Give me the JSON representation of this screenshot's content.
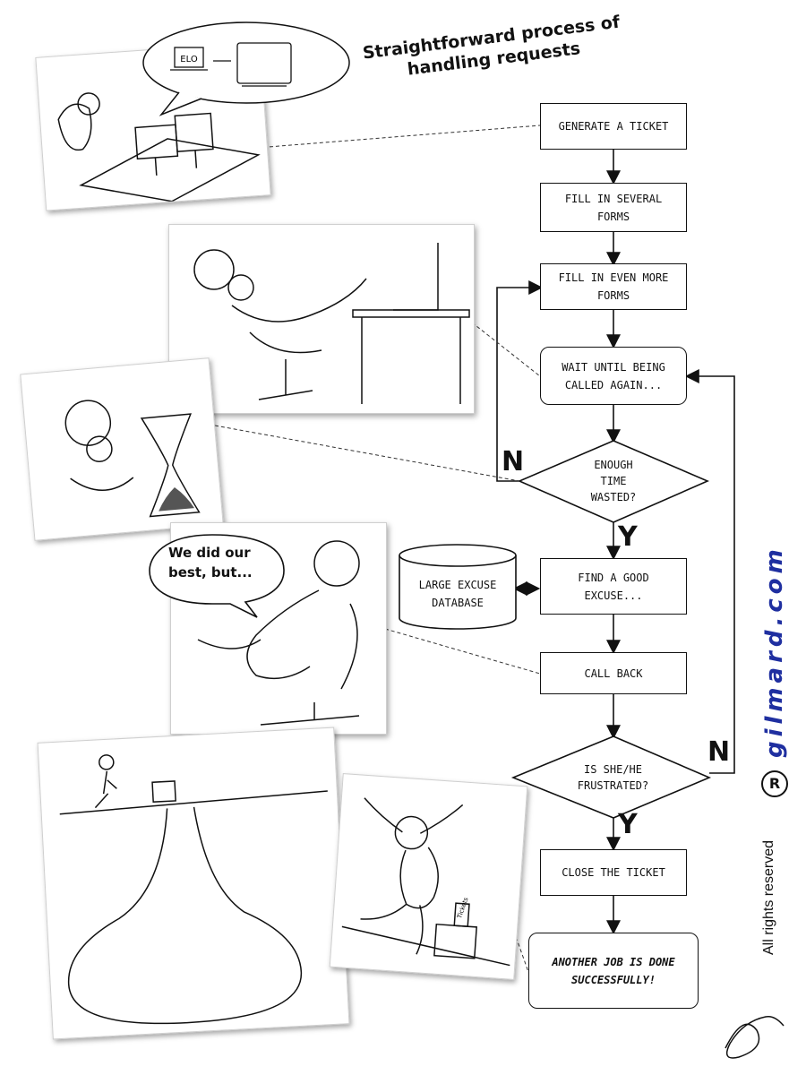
{
  "title": {
    "line1": "Straightforward process of",
    "line2": "handling requests"
  },
  "flow": {
    "generate": "Generate a ticket",
    "fill_several": "Fill in several forms",
    "fill_more": "Fill in even more forms",
    "wait": "Wait until being called again...",
    "enough_line1": "Enough",
    "enough_line2": "time",
    "enough_line3": "wasted?",
    "find_excuse": "Find a good excuse...",
    "database": "Large excuse database",
    "call_back": "Call back",
    "frustrated_line1": "Is she/he",
    "frustrated_line2": "frustrated?",
    "close": "Close the ticket",
    "final": "Another job is done successfully!"
  },
  "labels": {
    "n1": "N",
    "y1": "Y",
    "n2": "N",
    "y2": "Y"
  },
  "bubble": {
    "line1": "We did our",
    "line2": "best, but..."
  },
  "monitor_label": "ELO",
  "brick_label": "Tickets",
  "brand": {
    "site": "gilmard.com",
    "reg": "R",
    "rights": "All rights reserved"
  },
  "colors": {
    "brand": "#1f2fa0",
    "ink": "#111111"
  }
}
